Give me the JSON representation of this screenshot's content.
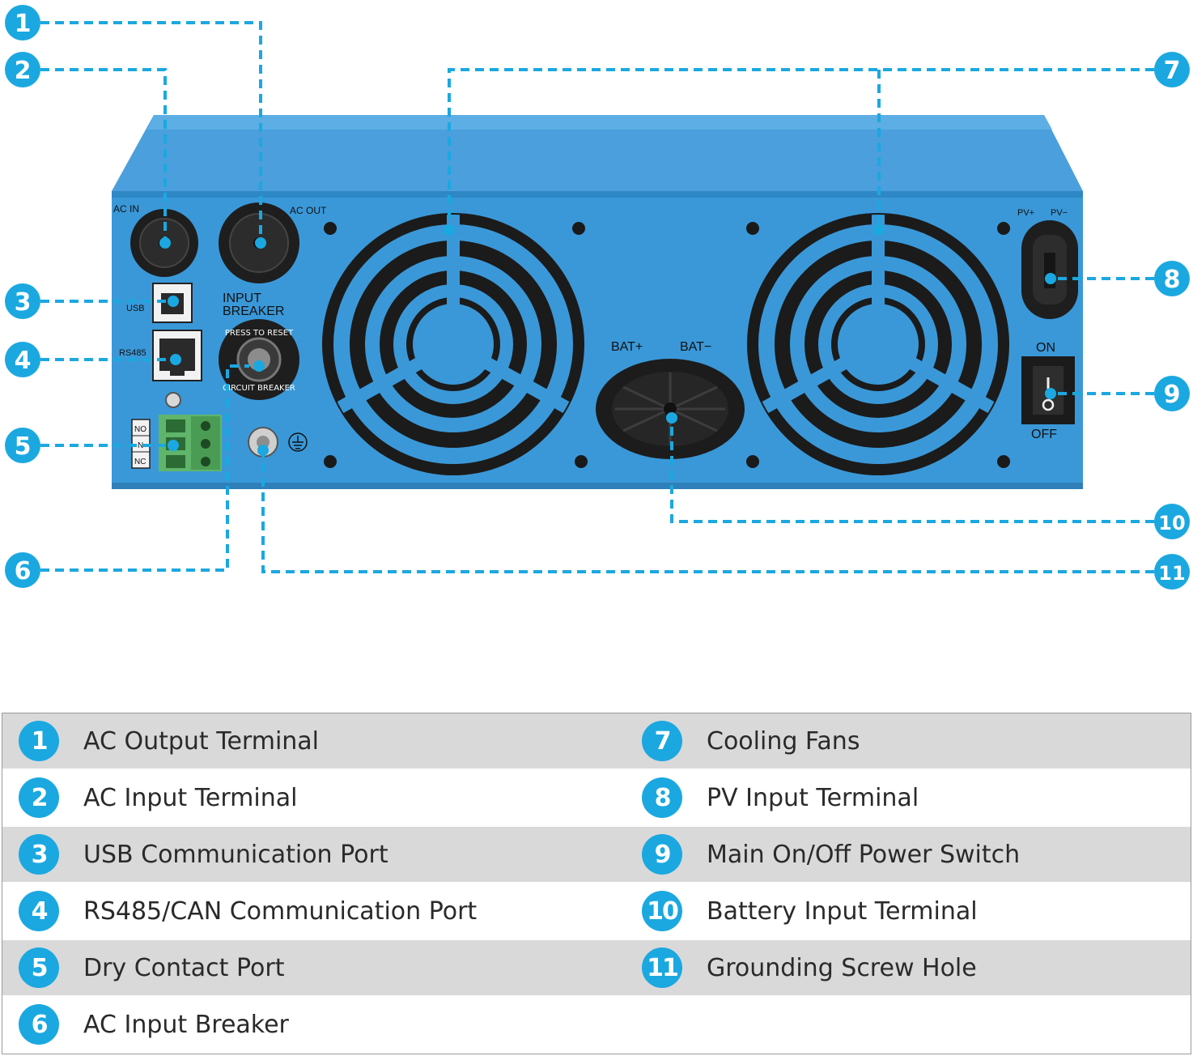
{
  "accent_color": "#1ba8e0",
  "device_color": "#3a98d8",
  "callouts": [
    "1",
    "2",
    "3",
    "4",
    "5",
    "6",
    "7",
    "8",
    "9",
    "10",
    "11"
  ],
  "panel_labels": {
    "ac_in": "AC IN",
    "ac_out": "AC OUT",
    "usb": "USB",
    "rs485": "RS485",
    "input_breaker_1": "INPUT",
    "input_breaker_2": "BREAKER",
    "no": "NO",
    "n": "N",
    "nc": "NC",
    "bat_plus": "BAT+",
    "bat_minus": "BAT−",
    "pv_plus": "PV+",
    "pv_minus": "PV−",
    "on": "ON",
    "off": "OFF",
    "breaker_ring_1": "PRESS TO RESET",
    "breaker_ring_2": "CIRCUIT BREAKER"
  },
  "legend": [
    {
      "num": "1",
      "label": "AC Output Terminal"
    },
    {
      "num": "2",
      "label": "AC Input Terminal"
    },
    {
      "num": "3",
      "label": "USB Communication Port"
    },
    {
      "num": "4",
      "label": "RS485/CAN Communication Port"
    },
    {
      "num": "5",
      "label": "Dry Contact Port"
    },
    {
      "num": "6",
      "label": "AC Input Breaker"
    },
    {
      "num": "7",
      "label": "Cooling Fans"
    },
    {
      "num": "8",
      "label": "PV Input Terminal"
    },
    {
      "num": "9",
      "label": "Main On/Off Power Switch"
    },
    {
      "num": "10",
      "label": "Battery Input Terminal"
    },
    {
      "num": "11",
      "label": "Grounding Screw Hole"
    }
  ]
}
